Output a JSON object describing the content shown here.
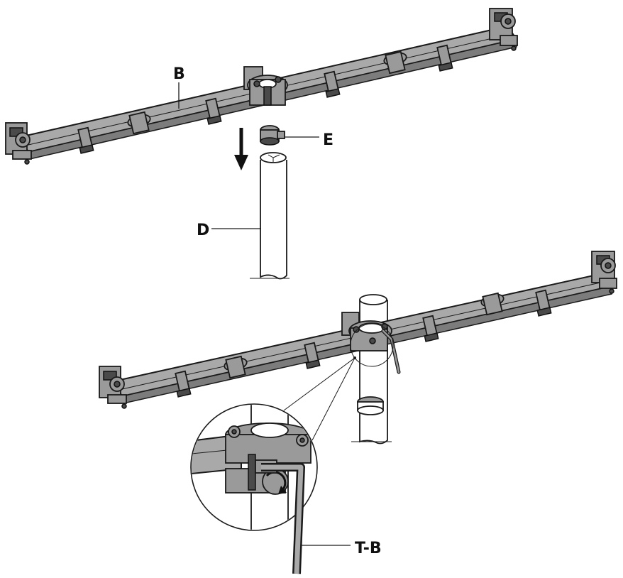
{
  "callouts": {
    "crossbar": "B",
    "pole": "D",
    "cap": "E",
    "hex_key": "T-B"
  },
  "colors": {
    "metal": "#a9a9a9",
    "metal_shadow": "#7c7c7c",
    "outline": "#1a1a1a",
    "background": "#ffffff"
  }
}
